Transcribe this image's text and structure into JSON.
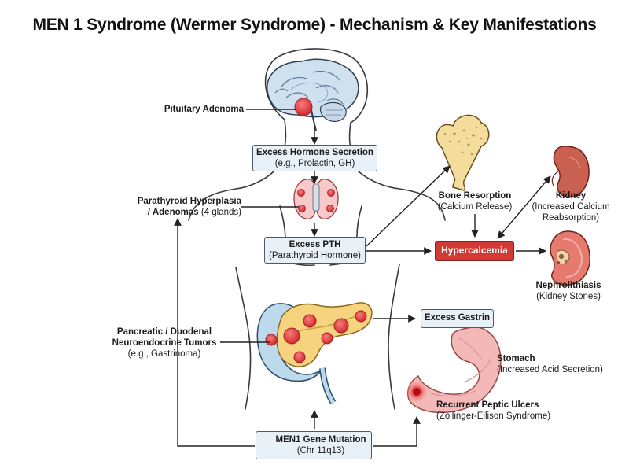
{
  "title": "MEN 1 Syndrome (Wermer Syndrome) - Mechanism & Key Manifestations",
  "nodes": {
    "pituitary": {
      "label": "Pituitary Adenoma"
    },
    "hormone": {
      "title": "Excess Hormone Secretion",
      "detail": "(e.g., Prolactin, GH)"
    },
    "parathyroid": {
      "line1": "Parathyroid Hyperplasia",
      "line2_bold": "/ Adenomas",
      "line2_rest": " (4 glands)"
    },
    "pth": {
      "title": "Excess PTH",
      "detail": "(Parathyroid Hormone)"
    },
    "bone": {
      "title": "Bone Resorption",
      "detail": "(Calcium Release)"
    },
    "hypercalcemia": {
      "label": "Hypercalcemia"
    },
    "kidney": {
      "title": "Kidney",
      "detail1": "(Increased Calcium",
      "detail2": "Reabsorption)"
    },
    "nephro": {
      "title": "Nephrolithiasis",
      "detail": "(Kidney Stones)"
    },
    "pancreatic": {
      "line1": "Pancreatic / Duodenal",
      "line2": "Neuroendocrine Tumors",
      "detail": "(e.g., Gastrinoma)"
    },
    "gastrin": {
      "label": "Excess Gastrin"
    },
    "stomach": {
      "title": "Stomach",
      "detail": "(Increased Acid Secretion)"
    },
    "ulcers": {
      "title": "Recurrent Peptic Ulcers",
      "detail": "(Zollinger-Ellison Syndrome)"
    },
    "mutation": {
      "title": "MEN1 Gene Mutation",
      "detail": "(Chr 11q13)"
    }
  },
  "icons": [
    "brain-illustration",
    "thyroid-illustration",
    "bone-illustration",
    "kidney-illustration",
    "kidney-cross-section-illustration",
    "pancreas-illustration",
    "stomach-illustration",
    "dna-icon",
    "body-outline"
  ],
  "colors": {
    "box_fill": "#e8f1f8",
    "box_border": "#4a5a6a",
    "hypercalcemia": "#d23b35",
    "tumor": "#e0353a",
    "pancreas": "#f6d37e",
    "duodenum": "#b8d8ea",
    "stomach": "#f3b8b8",
    "bone": "#f0d48c",
    "kidney": "#c44b4a"
  }
}
